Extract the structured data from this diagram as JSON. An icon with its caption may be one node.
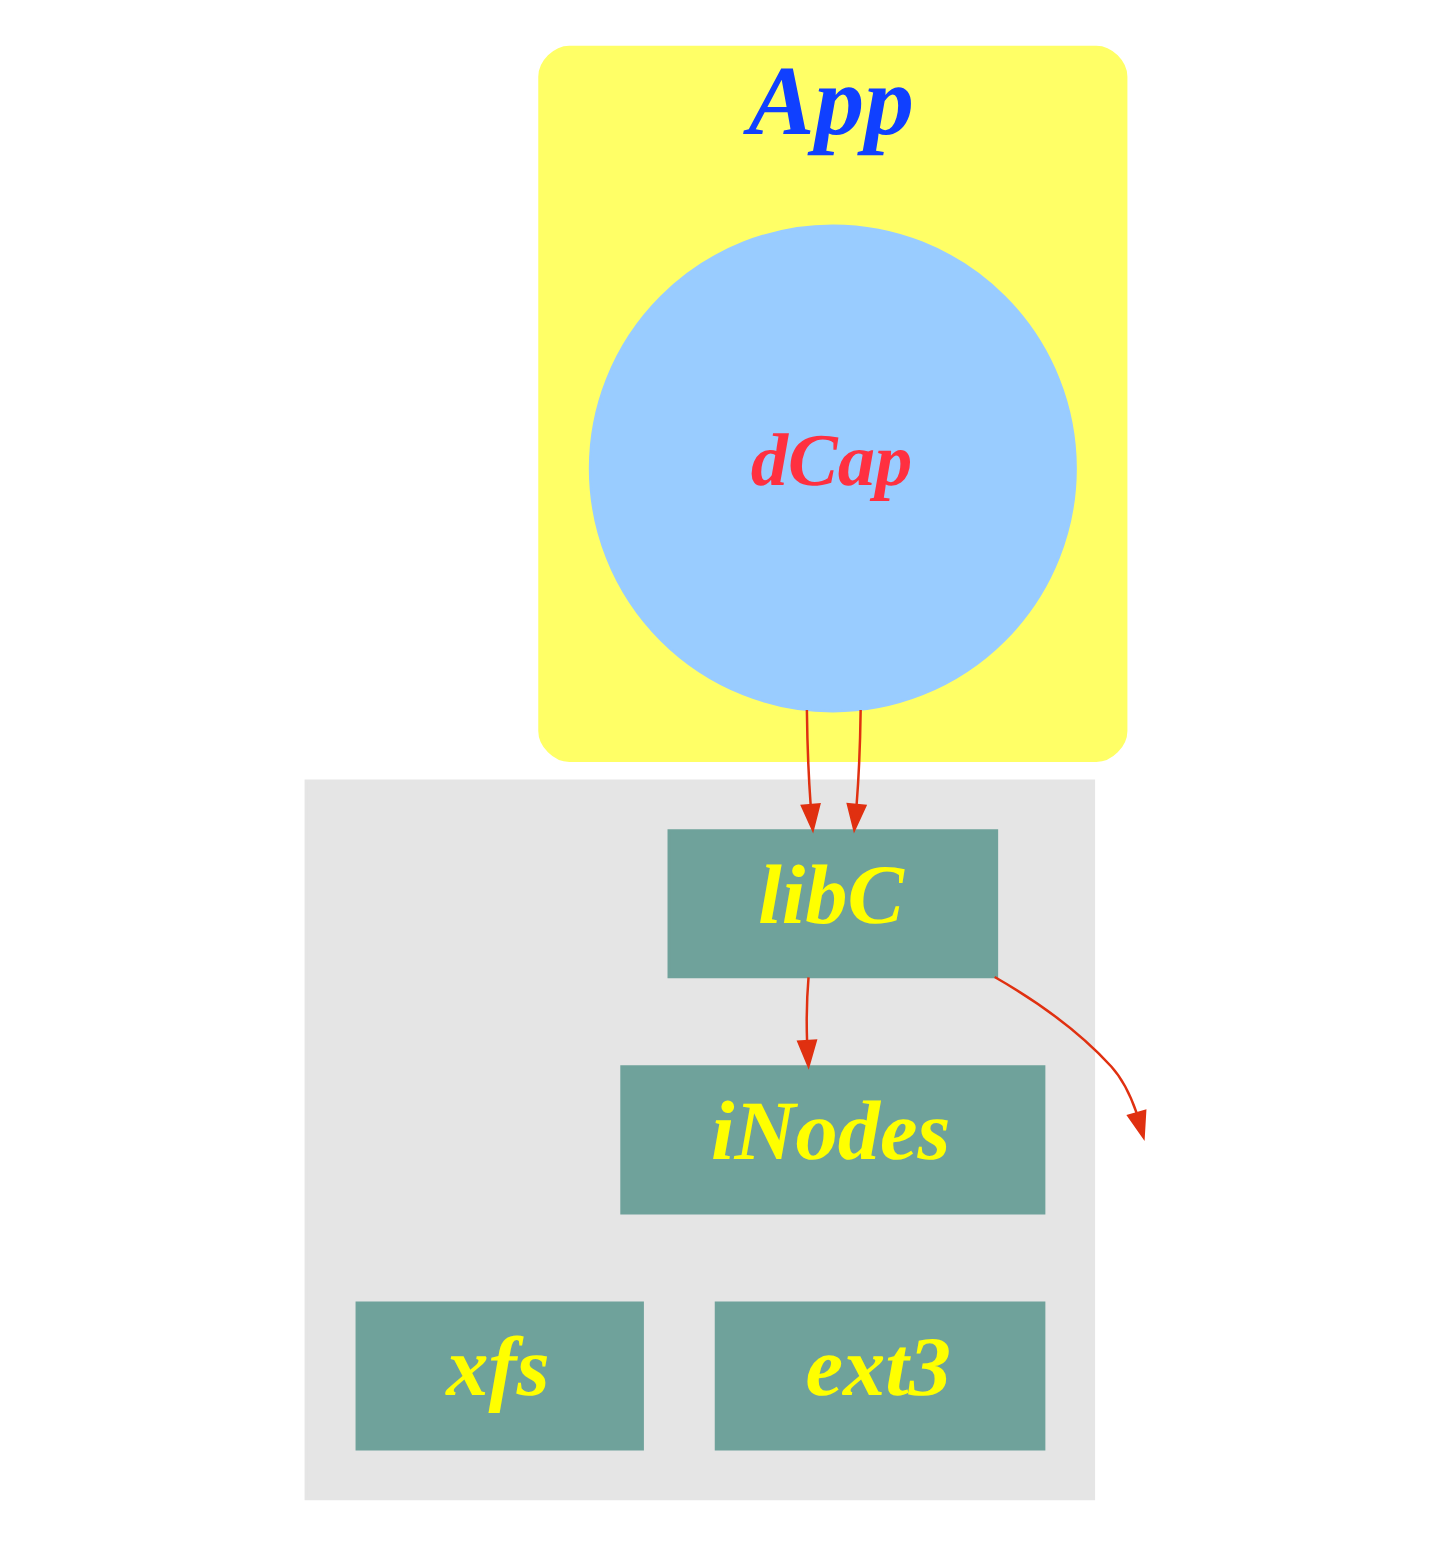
{
  "diagram": {
    "nodes": [
      {
        "text": [
          "App"
        ]
      },
      {
        "text": [
          "dCap"
        ],
        "in": 0
      },
      {
        "text": [],
        "shape": "box"
      },
      {
        "text": [
          "libC"
        ],
        "in": 2
      },
      {
        "text": [
          "iNodes"
        ],
        "in": 2
      },
      {
        "text": [
          "xfs"
        ],
        "in": 2
      },
      {
        "text": [
          "ext3"
        ],
        "in": 2
      }
    ],
    "edges": [
      {
        "from": 1,
        "to": 3,
        "arrow": "to"
      },
      {
        "from": 3,
        "to": 4,
        "arrow": "to"
      },
      {
        "from": 1,
        "to": 3,
        "arrow": "to"
      },
      {
        "from": 3,
        "to": null,
        "arrow": "to"
      }
    ]
  }
}
